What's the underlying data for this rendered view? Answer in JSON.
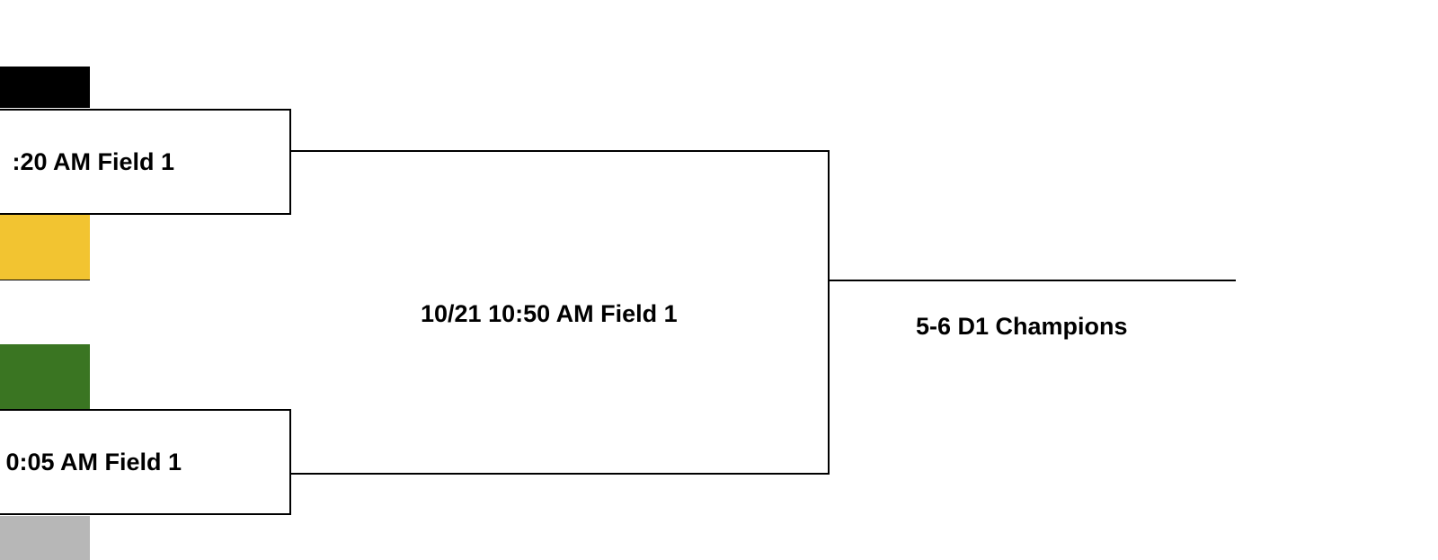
{
  "bracket": {
    "top_game": {
      "label": ":20 AM Field 1",
      "team_colors": [
        "#000000",
        "#f2c431"
      ]
    },
    "bottom_game": {
      "label": "0:05 AM Field 1",
      "team_colors": [
        "#3a7522",
        "#b7b7b7"
      ]
    },
    "final_game": {
      "label": "10/21 10:50 AM Field 1"
    },
    "champion": {
      "label": "5-6 D1 Champions"
    },
    "line_color": "#000000"
  }
}
